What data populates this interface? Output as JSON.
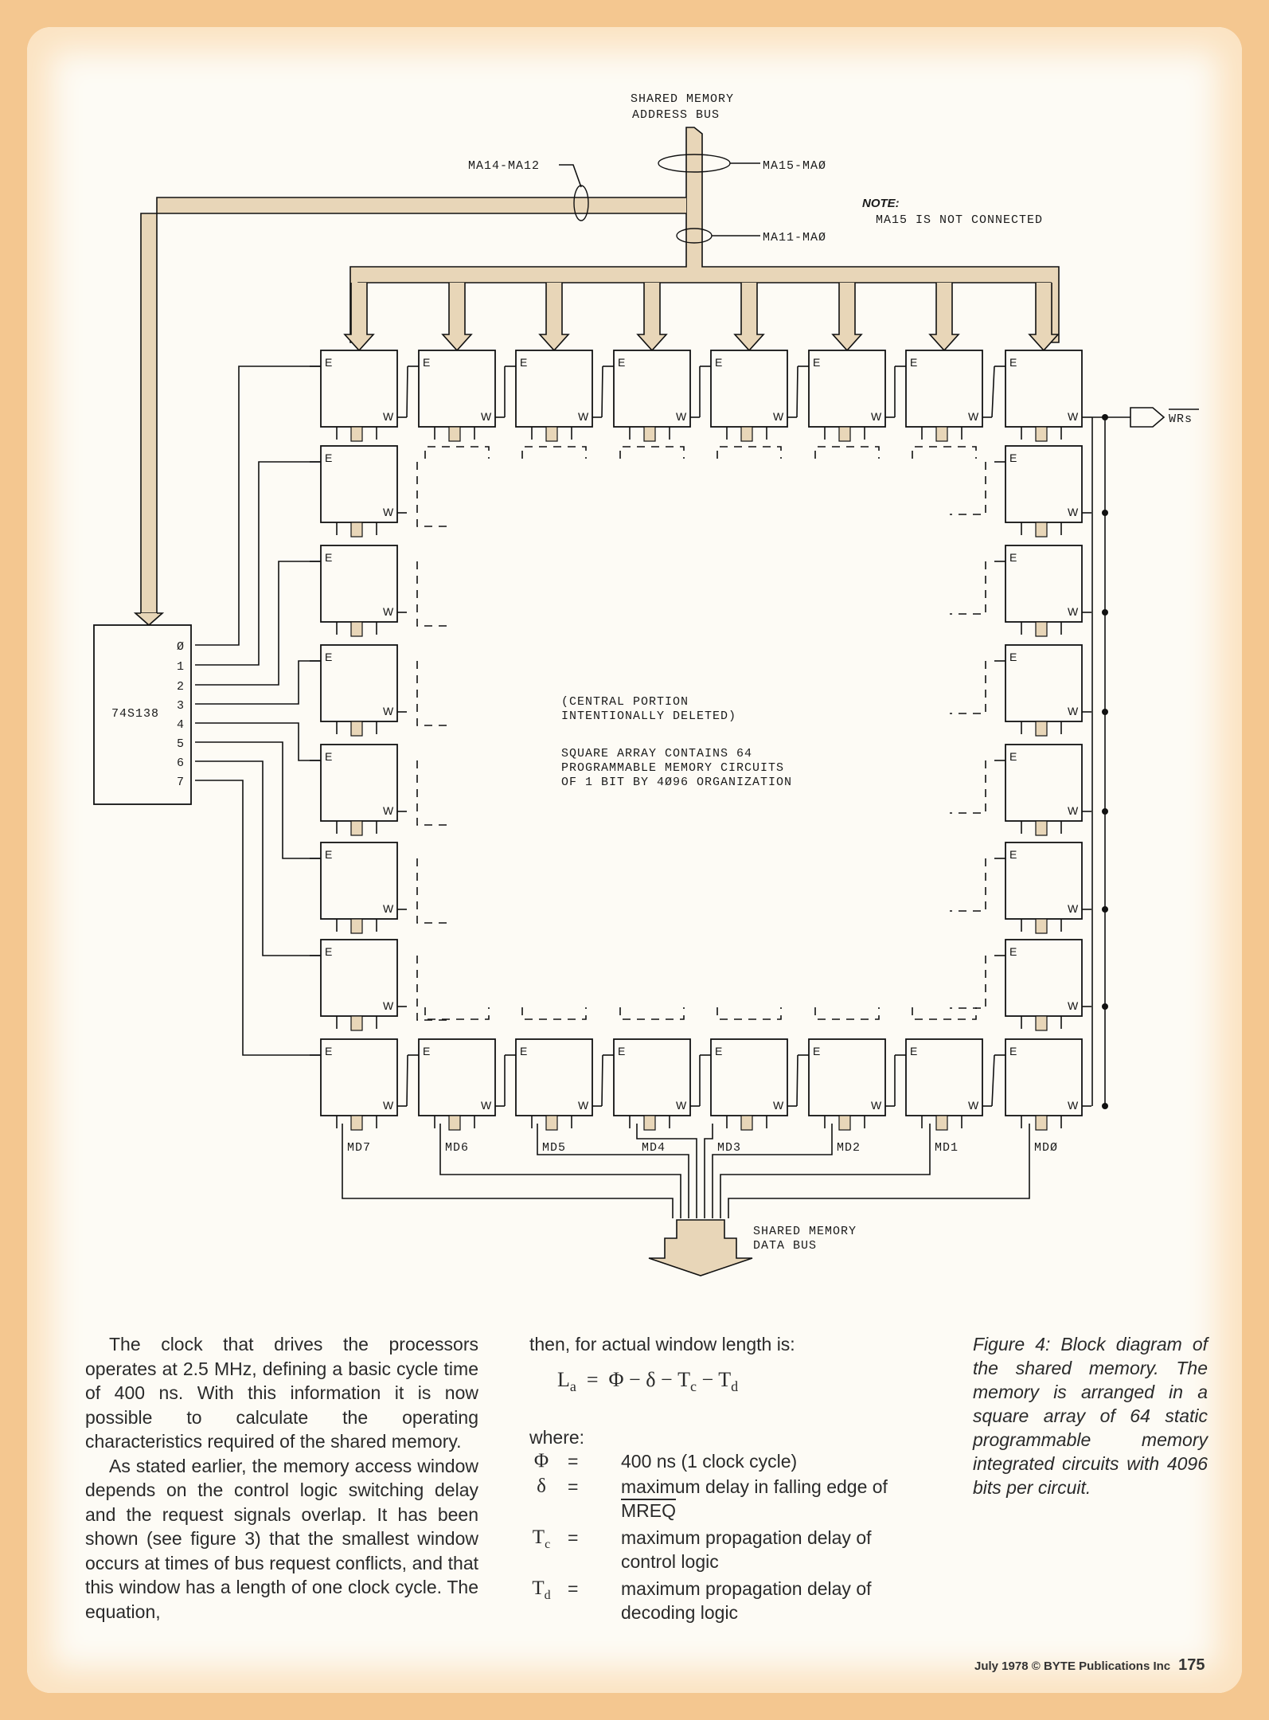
{
  "diagram": {
    "address_bus_label": [
      "SHARED MEMORY",
      "ADDRESS BUS"
    ],
    "ma14_ma12": "MA14-MA12",
    "ma15_ma0": "MA15-MAØ",
    "ma11_ma0": "MA11-MAØ",
    "note_title": "NOTE:",
    "note_text": "MA15 IS NOT CONNECTED",
    "decoder_chip": "74S138",
    "decoder_outputs": [
      "Ø",
      "1",
      "2",
      "3",
      "4",
      "5",
      "6",
      "7"
    ],
    "wr_label": "WRs",
    "center_note": [
      "(CENTRAL PORTION",
      "INTENTIONALLY DELETED)"
    ],
    "array_note": [
      "SQUARE ARRAY CONTAINS 64",
      "PROGRAMMABLE MEMORY CIRCUITS",
      "OF 1 BIT BY 4Ø96 ORGANIZATION"
    ],
    "enable_pin": "E",
    "write_pin": "W",
    "data_lines": [
      "MD7",
      "MD6",
      "MD5",
      "MD4",
      "MD3",
      "MD2",
      "MD1",
      "MDØ"
    ],
    "data_bus_label": [
      "SHARED MEMORY",
      "DATA BUS"
    ]
  },
  "text": {
    "col1_p1": "The clock that drives the processors operates at 2.5 MHz, defining a basic cycle time of 400 ns. With this information it is now possible to calculate the operating characteristics required of the shared memory.",
    "col1_p2": "As stated earlier, the memory access window depends on the control logic switching delay and the request signals overlap. It has been shown (see figure 3) that the smallest window occurs at times of bus request conflicts, and that this window has a length of one clock cycle. The equation,",
    "col2_intro": "then, for actual window length is:",
    "equation": "La = Φ − δ − Tc − Td",
    "where": "where:",
    "defs": [
      {
        "sym": "Φ",
        "eq": "=",
        "def": "400 ns (1 clock cycle)"
      },
      {
        "sym": "δ",
        "eq": "=",
        "def": "maximum delay in falling edge of",
        "def2": "MREQ"
      },
      {
        "sym": "Tc",
        "eq": "=",
        "def": "maximum propagation delay of",
        "def2": "control logic"
      },
      {
        "sym": "Td",
        "eq": "=",
        "def": "maximum propagation delay of",
        "def2": "decoding logic"
      }
    ],
    "caption": "Figure 4: Block diagram of the shared memory. The memory is arranged in a square array of 64 static programmable memory integrated circuits with 4096 bits per circuit."
  },
  "footer": {
    "date": "July 1978 © BYTE Publications Inc",
    "page": "175"
  },
  "colors": {
    "bus_fill": "#e8d6b8",
    "ink": "#111111",
    "paper": "#fdfbf5",
    "margin": "#f4c790"
  }
}
